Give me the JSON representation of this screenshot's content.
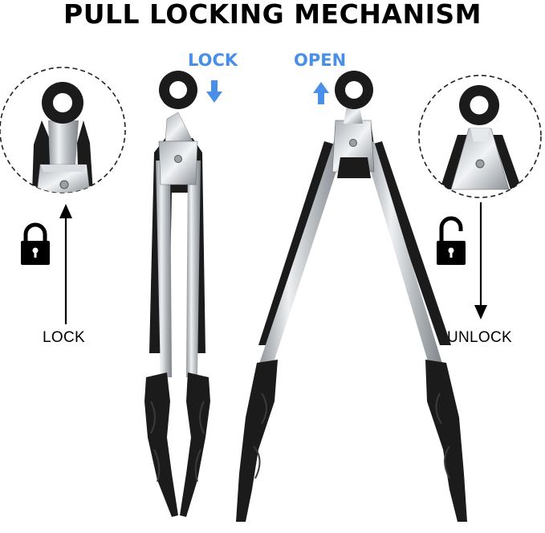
{
  "title": "PULL LOCKING MECHANISM",
  "labels": {
    "lock_top": "LOCK",
    "open_top": "OPEN",
    "lock_side": "LOCK",
    "unlock_side": "UNLOCK"
  },
  "icons": {
    "lock_closed": "padlock-closed-icon",
    "lock_open": "padlock-open-icon",
    "arrow_down": "arrow-down-icon",
    "arrow_up": "arrow-up-icon"
  },
  "colors": {
    "accent_blue": "#4a8fe7",
    "silicone_black": "#1b1b1b",
    "steel": "#c9cdd2"
  }
}
